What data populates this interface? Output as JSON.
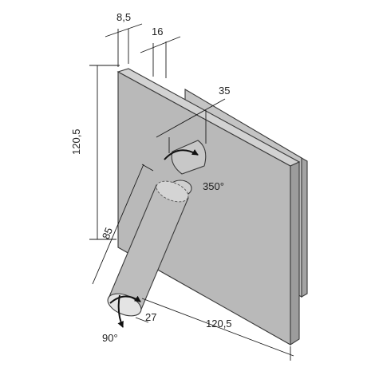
{
  "labels": {
    "depth_small": "8,5",
    "depth_mount": "16",
    "height": "120,5",
    "lamp_width": "35",
    "rotation_head": "350°",
    "arm_length": "85",
    "lens_diameter": "27",
    "width": "120,5",
    "rotation_tilt": "90°"
  },
  "colors": {
    "plate_front": "#b9b9b9",
    "plate_side": "#9c9c9c",
    "plate_top": "#d2d2d2",
    "wall_plate": "#c4c4c4",
    "arm": "#bdbdbd",
    "arrows": "#111111"
  }
}
